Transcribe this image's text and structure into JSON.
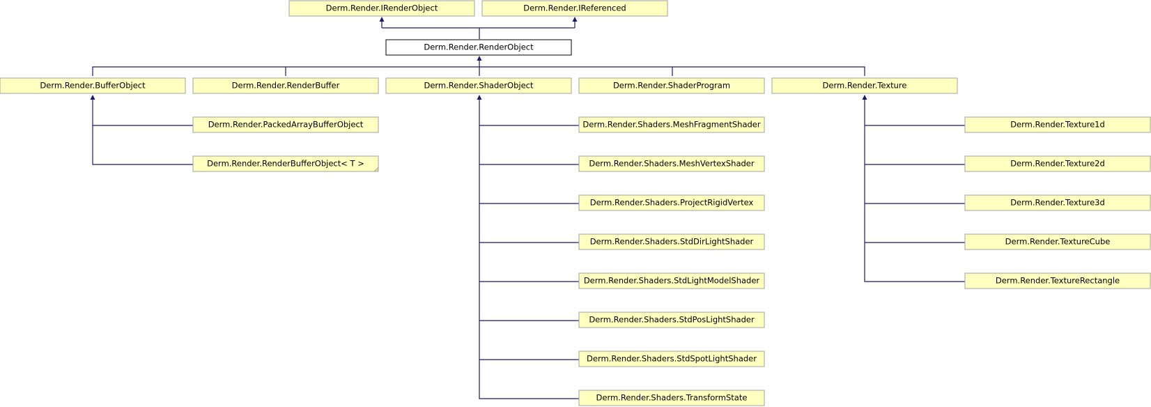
{
  "diagram": {
    "nodes": {
      "irenderobject": "Derm.Render.IRenderObject",
      "ireferenced": "Derm.Render.IReferenced",
      "renderobject": "Derm.Render.RenderObject",
      "bufferobject": "Derm.Render.BufferObject",
      "renderbuffer": "Derm.Render.RenderBuffer",
      "shaderobject": "Derm.Render.ShaderObject",
      "shaderprogram": "Derm.Render.ShaderProgram",
      "texture": "Derm.Render.Texture",
      "packedarraybufferobject": "Derm.Render.PackedArrayBufferObject",
      "renderbufferobject_t": "Derm.Render.RenderBufferObject< T >",
      "meshfragmentshader": "Derm.Render.Shaders.MeshFragmentShader",
      "meshvertexshader": "Derm.Render.Shaders.MeshVertexShader",
      "projectrigidvertex": "Derm.Render.Shaders.ProjectRigidVertex",
      "stddirlightshader": "Derm.Render.Shaders.StdDirLightShader",
      "stdlightmodelshader": "Derm.Render.Shaders.StdLightModelShader",
      "stdposlightshader": "Derm.Render.Shaders.StdPosLightShader",
      "stdspotlightshader": "Derm.Render.Shaders.StdSpotLightShader",
      "transformstate": "Derm.Render.Shaders.TransformState",
      "texture1d": "Derm.Render.Texture1d",
      "texture2d": "Derm.Render.Texture2d",
      "texture3d": "Derm.Render.Texture3d",
      "texturecube": "Derm.Render.TextureCube",
      "texturerectangle": "Derm.Render.TextureRectangle"
    },
    "colors": {
      "node_fill": "#ffffc0",
      "node_border": "#a0a0a0",
      "current_node_fill": "#ffffff",
      "current_node_border": "#000000",
      "edge": "#191970"
    }
  }
}
